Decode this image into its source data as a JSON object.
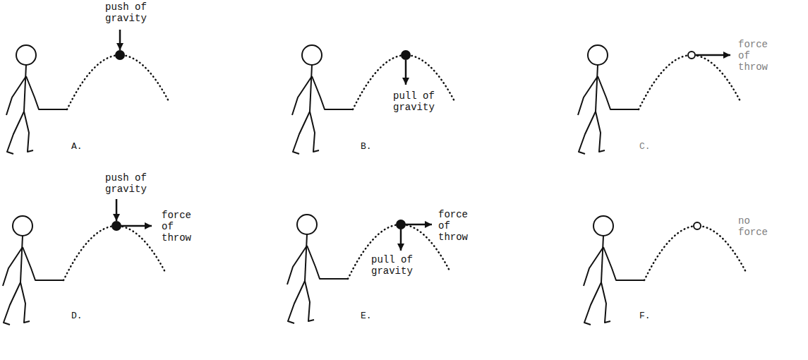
{
  "diagram": {
    "labels": [
      "push of gravity",
      "A.",
      "pull of gravity",
      "B.",
      "force of throw",
      "C.",
      "push of gravity",
      "force of throw",
      "D.",
      "force of throw",
      "pull of gravity",
      "E.",
      "no force",
      "F."
    ]
  }
}
